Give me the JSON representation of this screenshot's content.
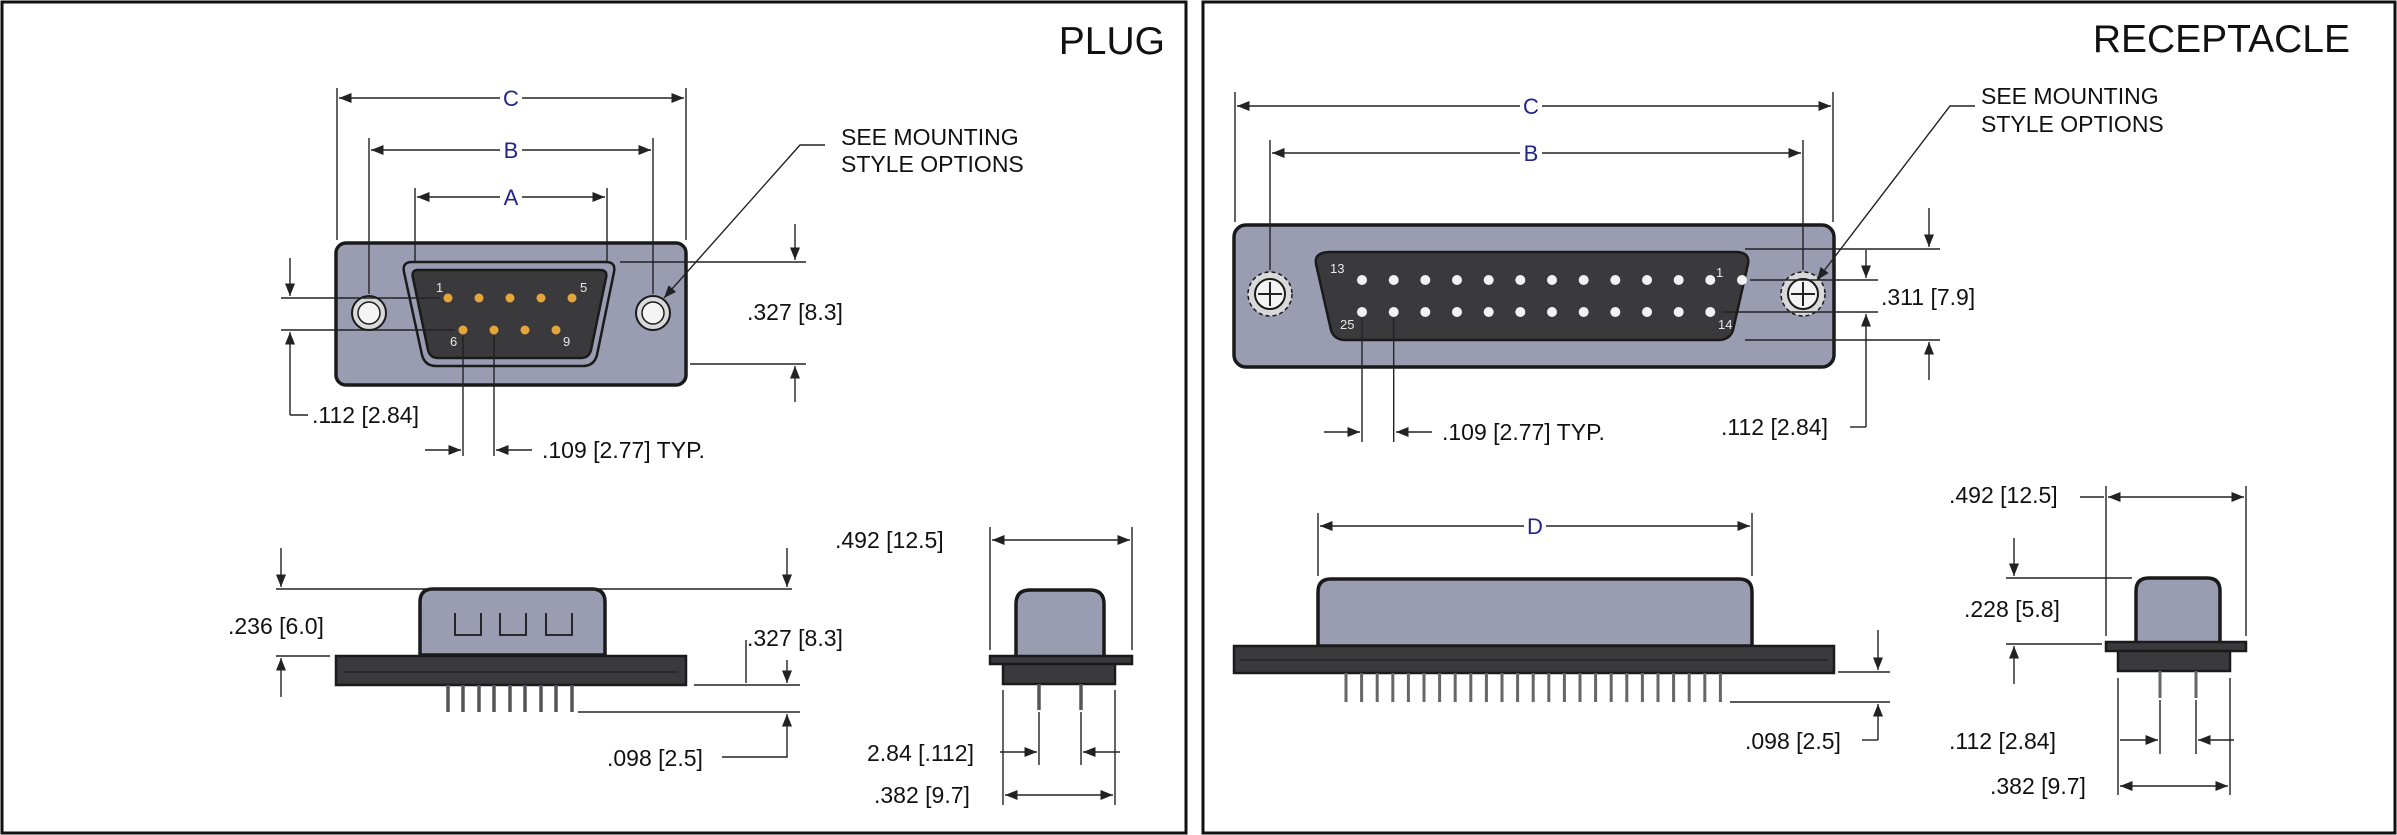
{
  "colors": {
    "body": "#9a9db2",
    "shell": "#3a3a3c",
    "pin_plug": "#e6a43a",
    "pin_receptacle": "#f2f2f2",
    "letter_label": "#23238c"
  },
  "plug": {
    "title": "PLUG",
    "label_c": "C",
    "label_b": "B",
    "label_a": "A",
    "mount_note_1": "SEE MOUNTING",
    "mount_note_2": "STYLE OPTIONS",
    "pin_1": "1",
    "pin_5": "5",
    "pin_6": "6",
    "pin_9": "9",
    "dim_327": ".327 [8.3]",
    "dim_112": ".112 [2.84]",
    "dim_109": ".109 [2.77] TYP.",
    "dim_236": ".236 [6.0]",
    "dim_327_side": ".327 [8.3]",
    "dim_098": ".098 [2.5]",
    "dim_492": ".492 [12.5]",
    "dim_284": "2.84 [.112]",
    "dim_382": ".382 [9.7]"
  },
  "receptacle": {
    "title": "RECEPTACLE",
    "label_c": "C",
    "label_b": "B",
    "label_d": "D",
    "mount_note_1": "SEE MOUNTING",
    "mount_note_2": "STYLE OPTIONS",
    "pin_13": "13",
    "pin_1": "1",
    "pin_25": "25",
    "pin_14": "14",
    "dim_311": ".311 [7.9]",
    "dim_109": ".109 [2.77] TYP.",
    "dim_112": ".112 [2.84]",
    "dim_098": ".098 [2.5]",
    "dim_492": ".492 [12.5]",
    "dim_228": ".228 [5.8]",
    "dim_112_side": ".112 [2.84]",
    "dim_382": ".382 [9.7]"
  }
}
